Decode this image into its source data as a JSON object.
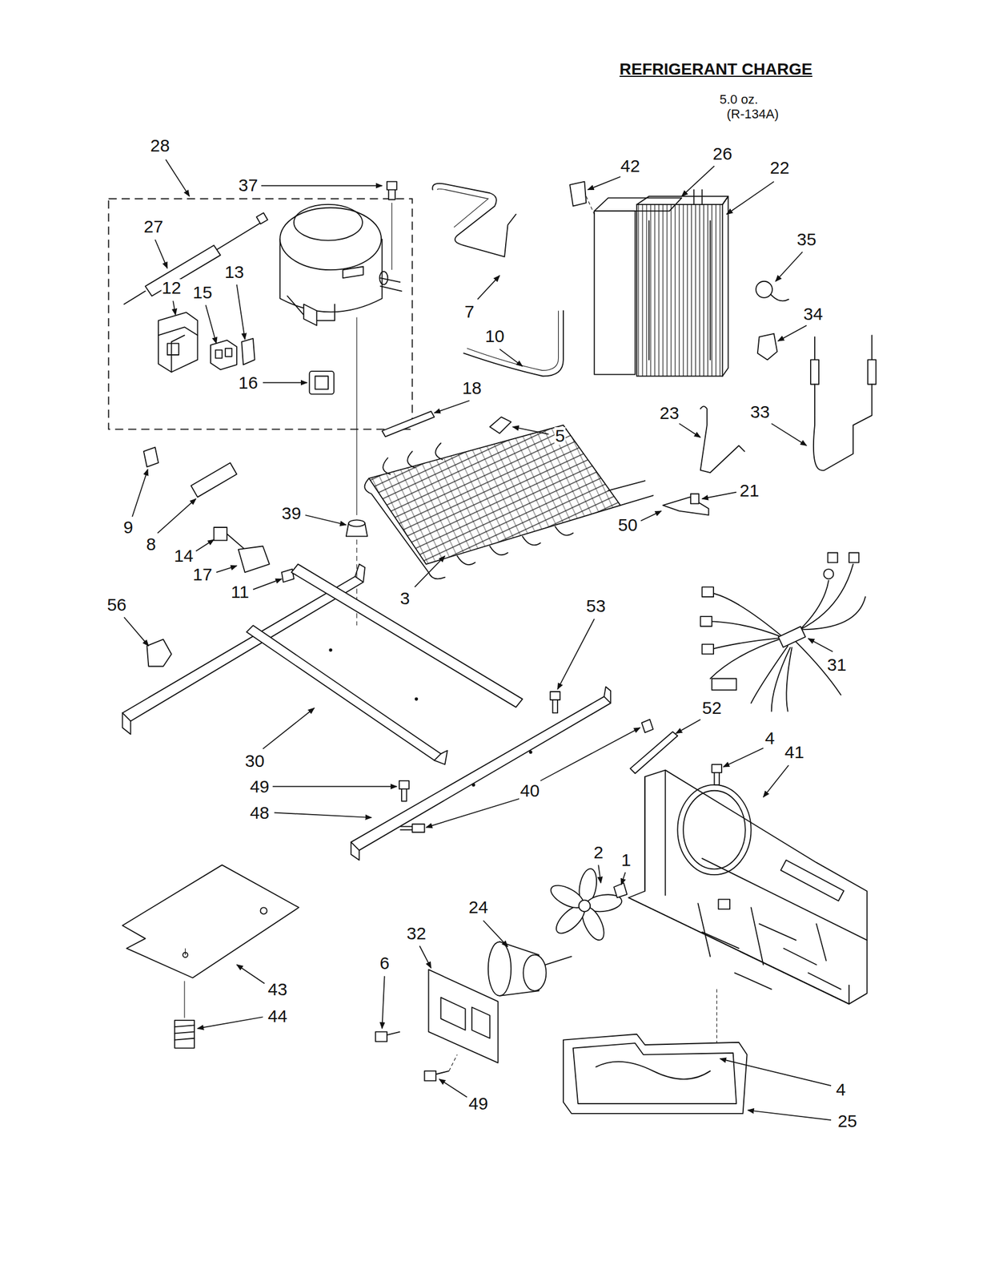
{
  "diagram": {
    "title": "REFRIGERANT CHARGE",
    "labels": [
      "5.0 oz.",
      "(R-134A)",
      "28",
      "37",
      "26",
      "22",
      "42",
      "27",
      "35",
      "12",
      "15",
      "13",
      "7",
      "34",
      "10",
      "16",
      "18",
      "5",
      "23",
      "33",
      "9",
      "8",
      "39",
      "21",
      "14",
      "50",
      "17",
      "11",
      "3",
      "31",
      "56",
      "53",
      "30",
      "52",
      "49",
      "40",
      "48",
      "4",
      "41",
      "2",
      "1",
      "24",
      "32",
      "6",
      "43",
      "44",
      "4",
      "49",
      "25"
    ]
  }
}
